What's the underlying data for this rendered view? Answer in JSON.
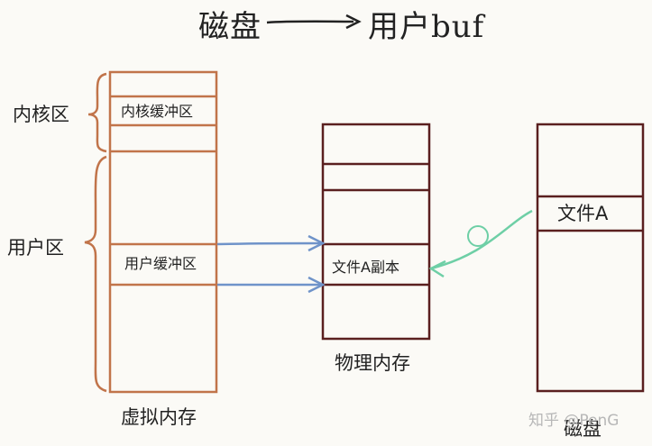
{
  "title": {
    "left": "磁盘",
    "right": "用户buf"
  },
  "virtual_memory": {
    "label": "虚拟内存",
    "kernel_region_label": "内核区",
    "kernel_buffer_label": "内核缓冲区",
    "user_region_label": "用户区",
    "user_buffer_label": "用户缓冲区"
  },
  "physical_memory": {
    "label": "物理内存",
    "copy_label": "文件A副本"
  },
  "disk": {
    "label": "磁盘",
    "file_label": "文件A"
  },
  "step_marker": "①",
  "watermark": "知乎 @PenG",
  "colors": {
    "virtual_memory_border": "#c1744a",
    "physical_border": "#5a1f1f",
    "blue_arrow": "#6f93c9",
    "green_arrow": "#6ecfa6"
  }
}
